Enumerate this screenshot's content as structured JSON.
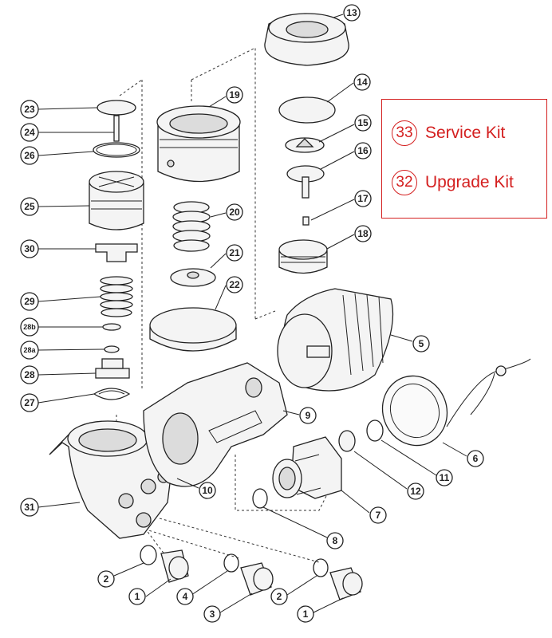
{
  "legend": {
    "service_kit": {
      "number": "33",
      "label": "Service Kit"
    },
    "upgrade_kit": {
      "number": "32",
      "label": "Upgrade Kit"
    }
  },
  "callouts": [
    "13",
    "14",
    "15",
    "16",
    "17",
    "18",
    "19",
    "20",
    "21",
    "22",
    "23",
    "24",
    "26",
    "25",
    "30",
    "29",
    "28b",
    "28a",
    "28",
    "27",
    "5",
    "9",
    "6",
    "11",
    "12",
    "7",
    "10",
    "8",
    "31",
    "2",
    "1",
    "4",
    "3",
    "2",
    "1"
  ],
  "colors": {
    "legend_red": "#d42020",
    "line": "#222222"
  }
}
